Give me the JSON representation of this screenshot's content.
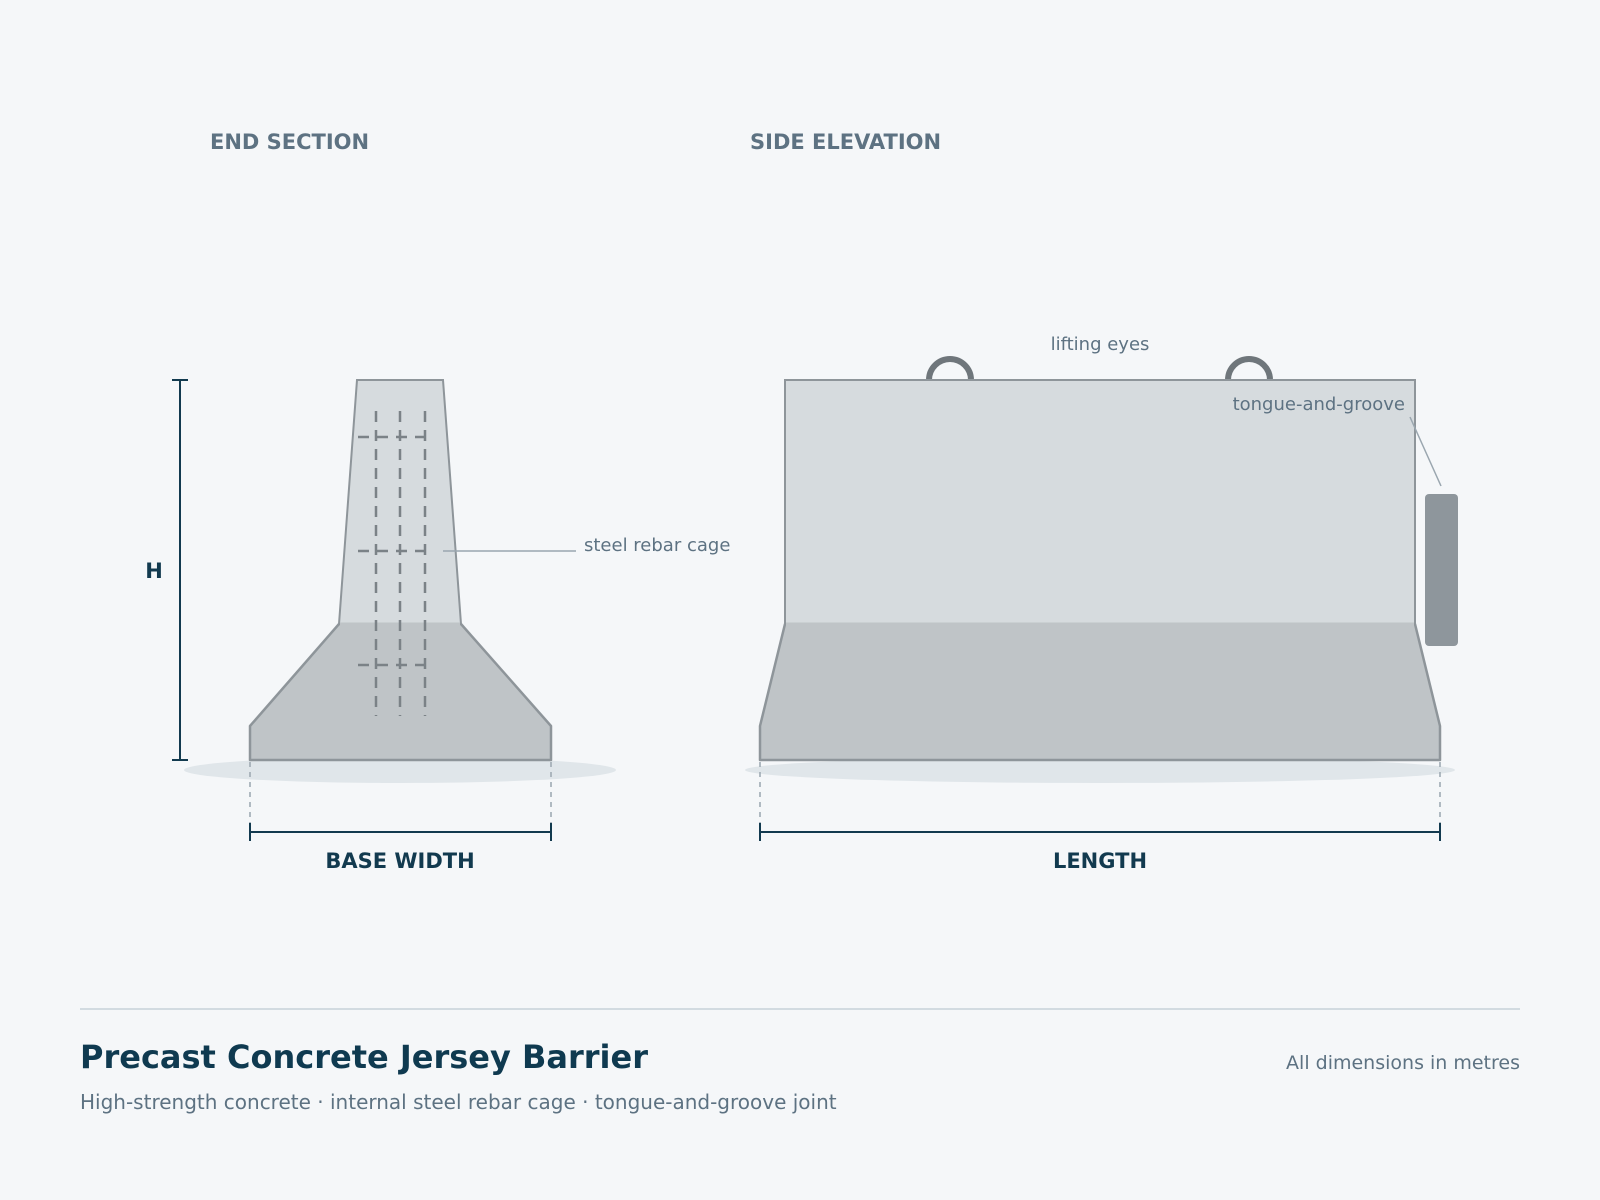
{
  "diagram": {
    "end_section": {
      "title": "END SECTION",
      "height_label": "H",
      "base_width_label": "BASE WIDTH",
      "rebar_callout": "steel rebar cage"
    },
    "side_elevation": {
      "title": "SIDE ELEVATION",
      "length_label": "LENGTH",
      "lifting_eyes_callout": "lifting eyes",
      "joint_callout": "tongue-and-groove"
    }
  },
  "footer": {
    "title": "Precast Concrete Jersey Barrier",
    "subtitle": "High-strength concrete · internal steel rebar cage · tongue-and-groove joint",
    "units_note": "All dimensions in metres"
  },
  "colors": {
    "background": "#f5f7f9",
    "concrete_upper": "#d6dbde",
    "concrete_base": "#bfc4c7",
    "outline": "#8e959a",
    "rebar": "#7b8287",
    "dimension": "#123a4f",
    "muted_text": "#5d7282",
    "joint": "#8e969c",
    "ground_shadow": "#e0e6ea"
  }
}
